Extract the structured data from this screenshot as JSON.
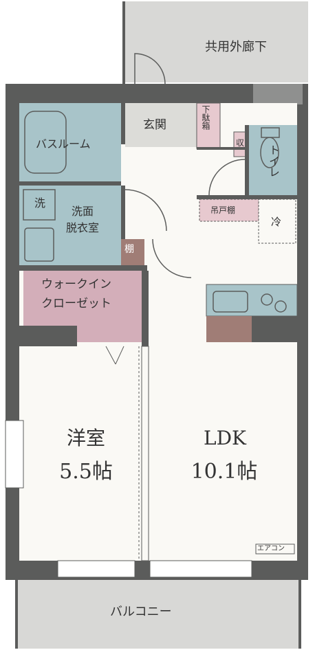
{
  "colors": {
    "wall": "#5b5c5b",
    "outdoor": "#d8d8d6",
    "floor": "#faf9f5",
    "entrance": "#dcdcd8",
    "wet": "#a8c4c9",
    "closet": "#d3aeb9",
    "storage_brown": "#a07d76",
    "shoe_box": "#e7c9cf",
    "text": "#333333"
  },
  "rooms": {
    "corridor": "共用外廊下",
    "entrance": "玄関",
    "shoe_box": "下駄箱",
    "storage_small": "収",
    "toilet": "トイレ",
    "bathroom": "バスルーム",
    "washer": "洗",
    "washroom": [
      "洗面",
      "脱衣室"
    ],
    "shelf": "棚",
    "hanging_cabinet": "吊戸棚",
    "fridge": "冷",
    "walk_in_closet": [
      "ウォークイン",
      "クローゼット"
    ],
    "western_room": [
      "洋室",
      "5.5帖"
    ],
    "ldk": [
      "LDK",
      "10.1帖"
    ],
    "aircon": "エアコン",
    "balcony": "バルコニー"
  }
}
